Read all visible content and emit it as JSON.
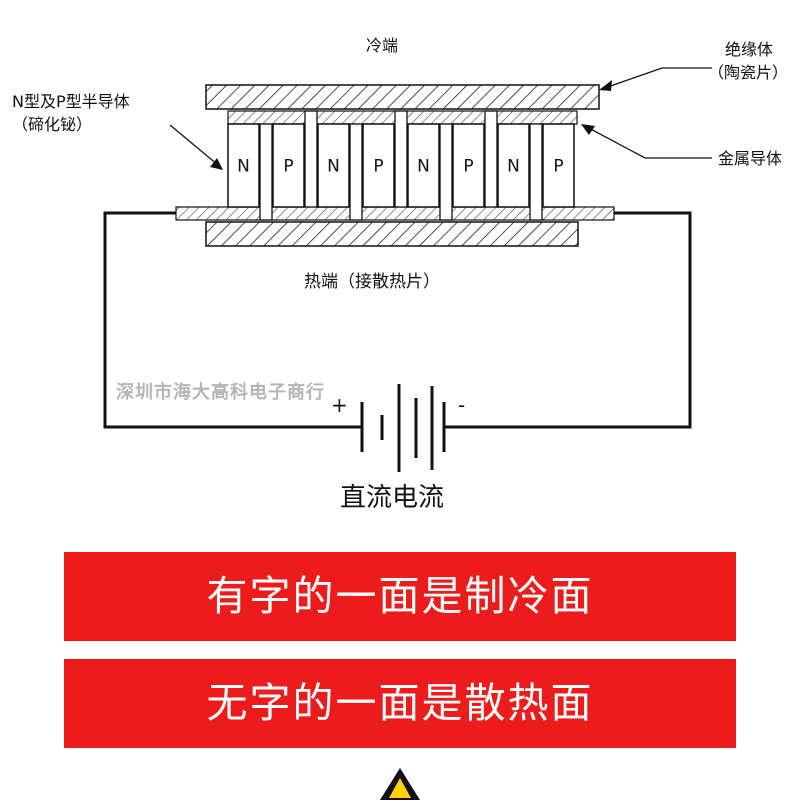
{
  "diagram": {
    "cold_end_label": "冷端",
    "insulator_label_line1": "绝缘体",
    "insulator_label_line2": "（陶瓷片）",
    "semiconductor_label_line1": "N型及P型半导体",
    "semiconductor_label_line2": "（碲化铋）",
    "metal_conductor_label": "金属导体",
    "hot_end_label": "热端（接散热片）",
    "legs": [
      "N",
      "P",
      "N",
      "P",
      "N",
      "P",
      "N",
      "P"
    ],
    "plus_sign": "+",
    "minus_sign": "-",
    "dc_label": "直流电流"
  },
  "watermark": "深圳市海大高科电子商行",
  "banners": {
    "cold_side": "有字的一面是制冷面",
    "hot_side": "无字的一面是散热面"
  },
  "colors": {
    "banner_red": "#ec1c1c",
    "warning_yellow": "#ffd400"
  },
  "icons": [
    "warning-icon"
  ]
}
